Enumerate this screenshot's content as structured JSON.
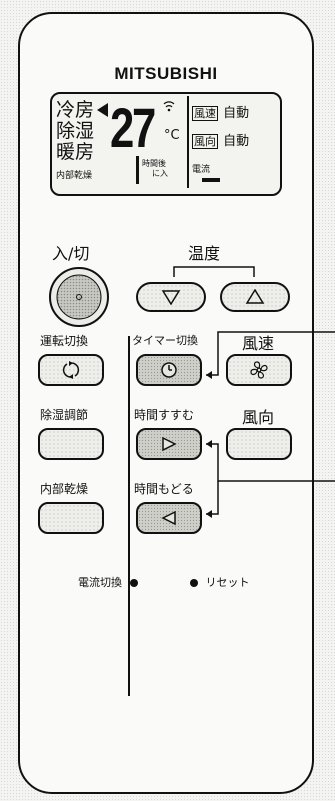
{
  "brand": "MITSUBISHI",
  "display": {
    "modes": [
      "冷房",
      "除湿",
      "暖房"
    ],
    "mode_sub": "内部乾燥",
    "temperature": "27",
    "unit": "°C",
    "fan_speed_box": "風速",
    "fan_speed_value": "自動",
    "direction_box": "風向",
    "direction_value": "自動",
    "timer_label_1": "時間後",
    "timer_label_2": "に入",
    "airflow_label": "電流"
  },
  "controls": {
    "power_label": "入/切",
    "temp_label": "温度",
    "mode_label": "運転切換",
    "timer_label": "タイマー切換",
    "fan_label": "風速",
    "dehumid_label": "除湿調節",
    "time_fwd_label": "時間すすむ",
    "direction_label": "風向",
    "dry_label": "内部乾燥",
    "time_back_label": "時間もどる",
    "current_switch_label": "電流切換",
    "reset_label": "リセット"
  }
}
